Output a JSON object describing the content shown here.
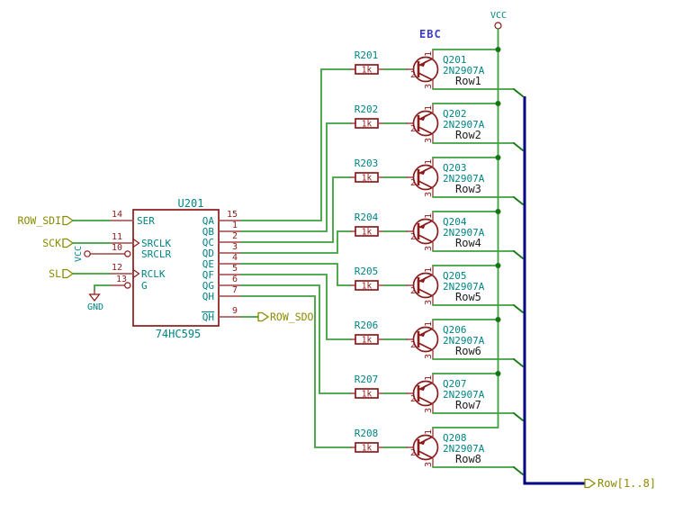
{
  "ic": {
    "ref": "U201",
    "part": "74HC595",
    "left_pins": [
      {
        "num": "14",
        "name": "SER"
      },
      {
        "num": "11",
        "name": "SRCLK"
      },
      {
        "num": "10",
        "name": "SRCLR"
      },
      {
        "num": "12",
        "name": "RCLK"
      },
      {
        "num": "13",
        "name": "G"
      }
    ],
    "right_pins": [
      {
        "num": "15",
        "name": "QA"
      },
      {
        "num": "1",
        "name": "QB"
      },
      {
        "num": "2",
        "name": "QC"
      },
      {
        "num": "3",
        "name": "QD"
      },
      {
        "num": "4",
        "name": "QE"
      },
      {
        "num": "5",
        "name": "QF"
      },
      {
        "num": "6",
        "name": "QG"
      },
      {
        "num": "7",
        "name": "QH"
      },
      {
        "num": "9",
        "name": "QH"
      }
    ]
  },
  "labels": {
    "row_sdi": "ROW_SDI",
    "sck": "SCK",
    "sl": "SL",
    "row_sdo": "ROW_SDO",
    "bus": "Row[1..8]",
    "note": "EBC"
  },
  "power": {
    "vcc": "VCC",
    "gnd": "GND"
  },
  "t_pins": {
    "emitter": "1",
    "base": "2",
    "collector": "3"
  },
  "channels": [
    {
      "r_ref": "R201",
      "r_val": "1k",
      "q_ref": "Q201",
      "q_part": "2N2907A",
      "net": "Row1"
    },
    {
      "r_ref": "R202",
      "r_val": "1k",
      "q_ref": "Q202",
      "q_part": "2N2907A",
      "net": "Row2"
    },
    {
      "r_ref": "R203",
      "r_val": "1k",
      "q_ref": "Q203",
      "q_part": "2N2907A",
      "net": "Row3"
    },
    {
      "r_ref": "R204",
      "r_val": "1k",
      "q_ref": "Q204",
      "q_part": "2N2907A",
      "net": "Row4"
    },
    {
      "r_ref": "R205",
      "r_val": "1k",
      "q_ref": "Q205",
      "q_part": "2N2907A",
      "net": "Row5"
    },
    {
      "r_ref": "R206",
      "r_val": "1k",
      "q_ref": "Q206",
      "q_part": "2N2907A",
      "net": "Row6"
    },
    {
      "r_ref": "R207",
      "r_val": "1k",
      "q_ref": "Q207",
      "q_part": "2N2907A",
      "net": "Row7"
    },
    {
      "r_ref": "R208",
      "r_val": "1k",
      "q_ref": "Q208",
      "q_part": "2N2907A",
      "net": "Row8"
    }
  ],
  "colors": {
    "wire": "#3da13d",
    "junction": "#137813",
    "symbol": "#8b1a1a",
    "pin": "#a04545",
    "field": "#008484",
    "label": "#8a8a00",
    "bus": "#000084",
    "note": "#3c3ccc",
    "net_label": "#1f1f1f"
  }
}
